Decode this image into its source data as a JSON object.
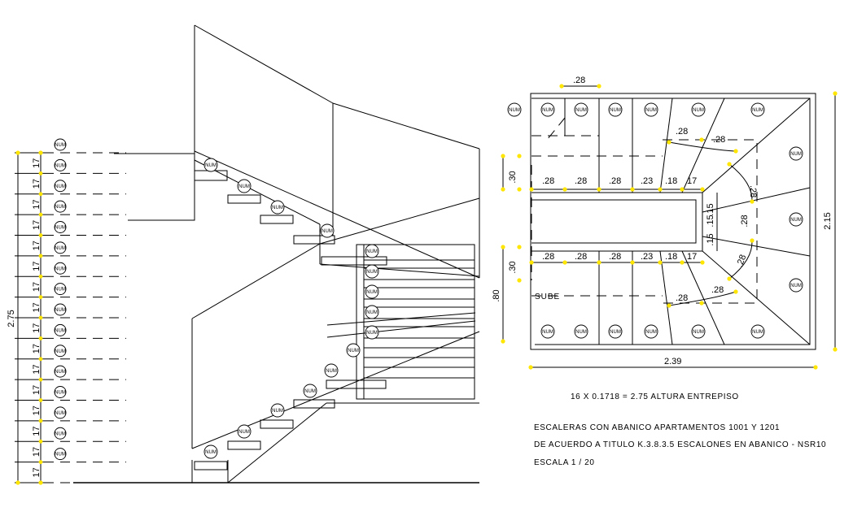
{
  "elevation": {
    "riser_label": "17",
    "total_height_label": "2.75",
    "step_tag": "NUM"
  },
  "plan": {
    "step_tag": "NUM",
    "dim_tread": ".28",
    "dim_tread_small": ".23",
    "dim_tread_18": ".18",
    "dim_tread_17": "17",
    "dim_landing_15": ".15",
    "dim_30": ".30",
    "dim_80": ".80",
    "dim_width": "2.39",
    "dim_height": "2.15",
    "sube_label": "SUBE"
  },
  "notes": {
    "formula": "16 X 0.1718 = 2.75 ALTURA ENTREPISO",
    "title_line1": "ESCALERAS CON ABANICO APARTAMENTOS 1001 Y 1201",
    "title_line2": "DE ACUERDO A TITULO K.3.8.3.5 ESCALONES EN ABANICO - NSR10",
    "scale": "ESCALA 1 / 20"
  }
}
